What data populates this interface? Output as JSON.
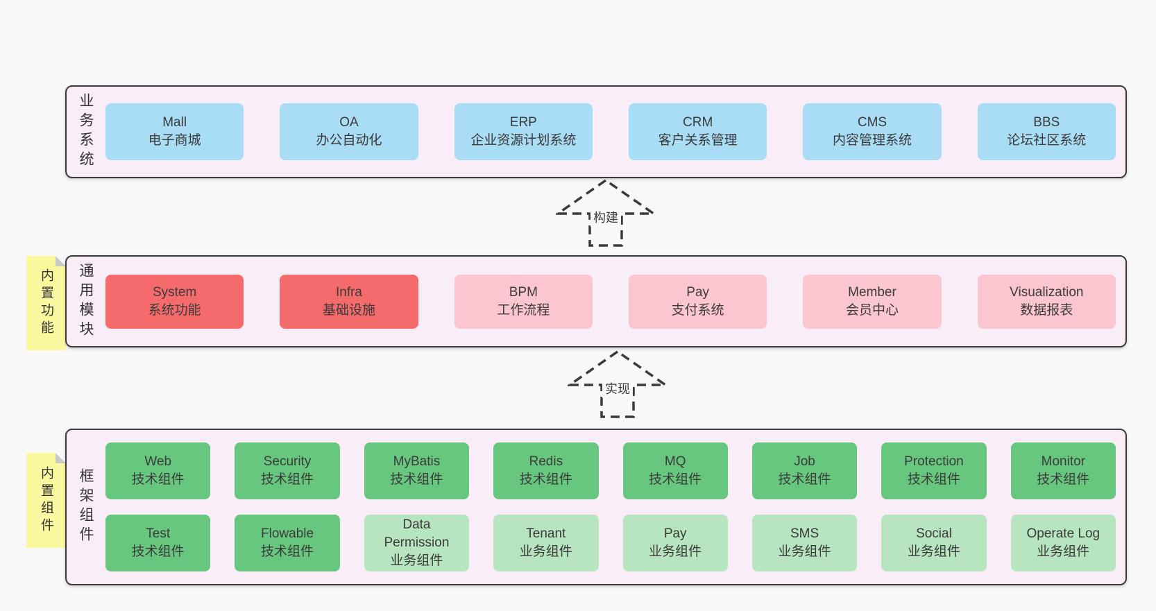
{
  "colors": {
    "page_bg": "#f8f8f8",
    "container_bg": "#f9edf7",
    "container_border": "#3a3a3a",
    "text": "#3b3b3b",
    "blue": "#a9dcf5",
    "red": "#f56b6b",
    "pink": "#fbc6cf",
    "green": "#68c77e",
    "green_light": "#b7e5bf",
    "note_bg": "#fbf9a0",
    "note_fold": "#c9c9c9"
  },
  "sections": [
    {
      "label": "业务系统",
      "rows": [
        [
          {
            "en": "Mall",
            "zh": "电子商城",
            "variant": "blue"
          },
          {
            "en": "OA",
            "zh": "办公自动化",
            "variant": "blue"
          },
          {
            "en": "ERP",
            "zh": "企业资源计划系统",
            "variant": "blue"
          },
          {
            "en": "CRM",
            "zh": "客户关系管理",
            "variant": "blue"
          },
          {
            "en": "CMS",
            "zh": "内容管理系统",
            "variant": "blue"
          },
          {
            "en": "BBS",
            "zh": "论坛社区系统",
            "variant": "blue"
          }
        ]
      ]
    },
    {
      "label": "通用模块",
      "note": "内置功能",
      "rows": [
        [
          {
            "en": "System",
            "zh": "系统功能",
            "variant": "red"
          },
          {
            "en": "Infra",
            "zh": "基础设施",
            "variant": "red"
          },
          {
            "en": "BPM",
            "zh": "工作流程",
            "variant": "pink"
          },
          {
            "en": "Pay",
            "zh": "支付系统",
            "variant": "pink"
          },
          {
            "en": "Member",
            "zh": "会员中心",
            "variant": "pink"
          },
          {
            "en": "Visualization",
            "zh": "数据报表",
            "variant": "pink"
          }
        ]
      ]
    },
    {
      "label": "框架组件",
      "note": "内置组件",
      "rows": [
        [
          {
            "en": "Web",
            "zh": "技术组件",
            "variant": "green"
          },
          {
            "en": "Security",
            "zh": "技术组件",
            "variant": "green"
          },
          {
            "en": "MyBatis",
            "zh": "技术组件",
            "variant": "green"
          },
          {
            "en": "Redis",
            "zh": "技术组件",
            "variant": "green"
          },
          {
            "en": "MQ",
            "zh": "技术组件",
            "variant": "green"
          },
          {
            "en": "Job",
            "zh": "技术组件",
            "variant": "green"
          },
          {
            "en": "Protection",
            "zh": "技术组件",
            "variant": "green"
          },
          {
            "en": "Monitor",
            "zh": "技术组件",
            "variant": "green"
          }
        ],
        [
          {
            "en": "Test",
            "zh": "技术组件",
            "variant": "green"
          },
          {
            "en": "Flowable",
            "zh": "技术组件",
            "variant": "green"
          },
          {
            "en": "Data Permission",
            "zh": "业务组件",
            "variant": "green_light"
          },
          {
            "en": "Tenant",
            "zh": "业务组件",
            "variant": "green_light"
          },
          {
            "en": "Pay",
            "zh": "业务组件",
            "variant": "green_light"
          },
          {
            "en": "SMS",
            "zh": "业务组件",
            "variant": "green_light"
          },
          {
            "en": "Social",
            "zh": "业务组件",
            "variant": "green_light"
          },
          {
            "en": "Operate Log",
            "zh": "业务组件",
            "variant": "green_light"
          }
        ]
      ]
    }
  ],
  "arrows": [
    {
      "label": "构建"
    },
    {
      "label": "实现"
    }
  ]
}
